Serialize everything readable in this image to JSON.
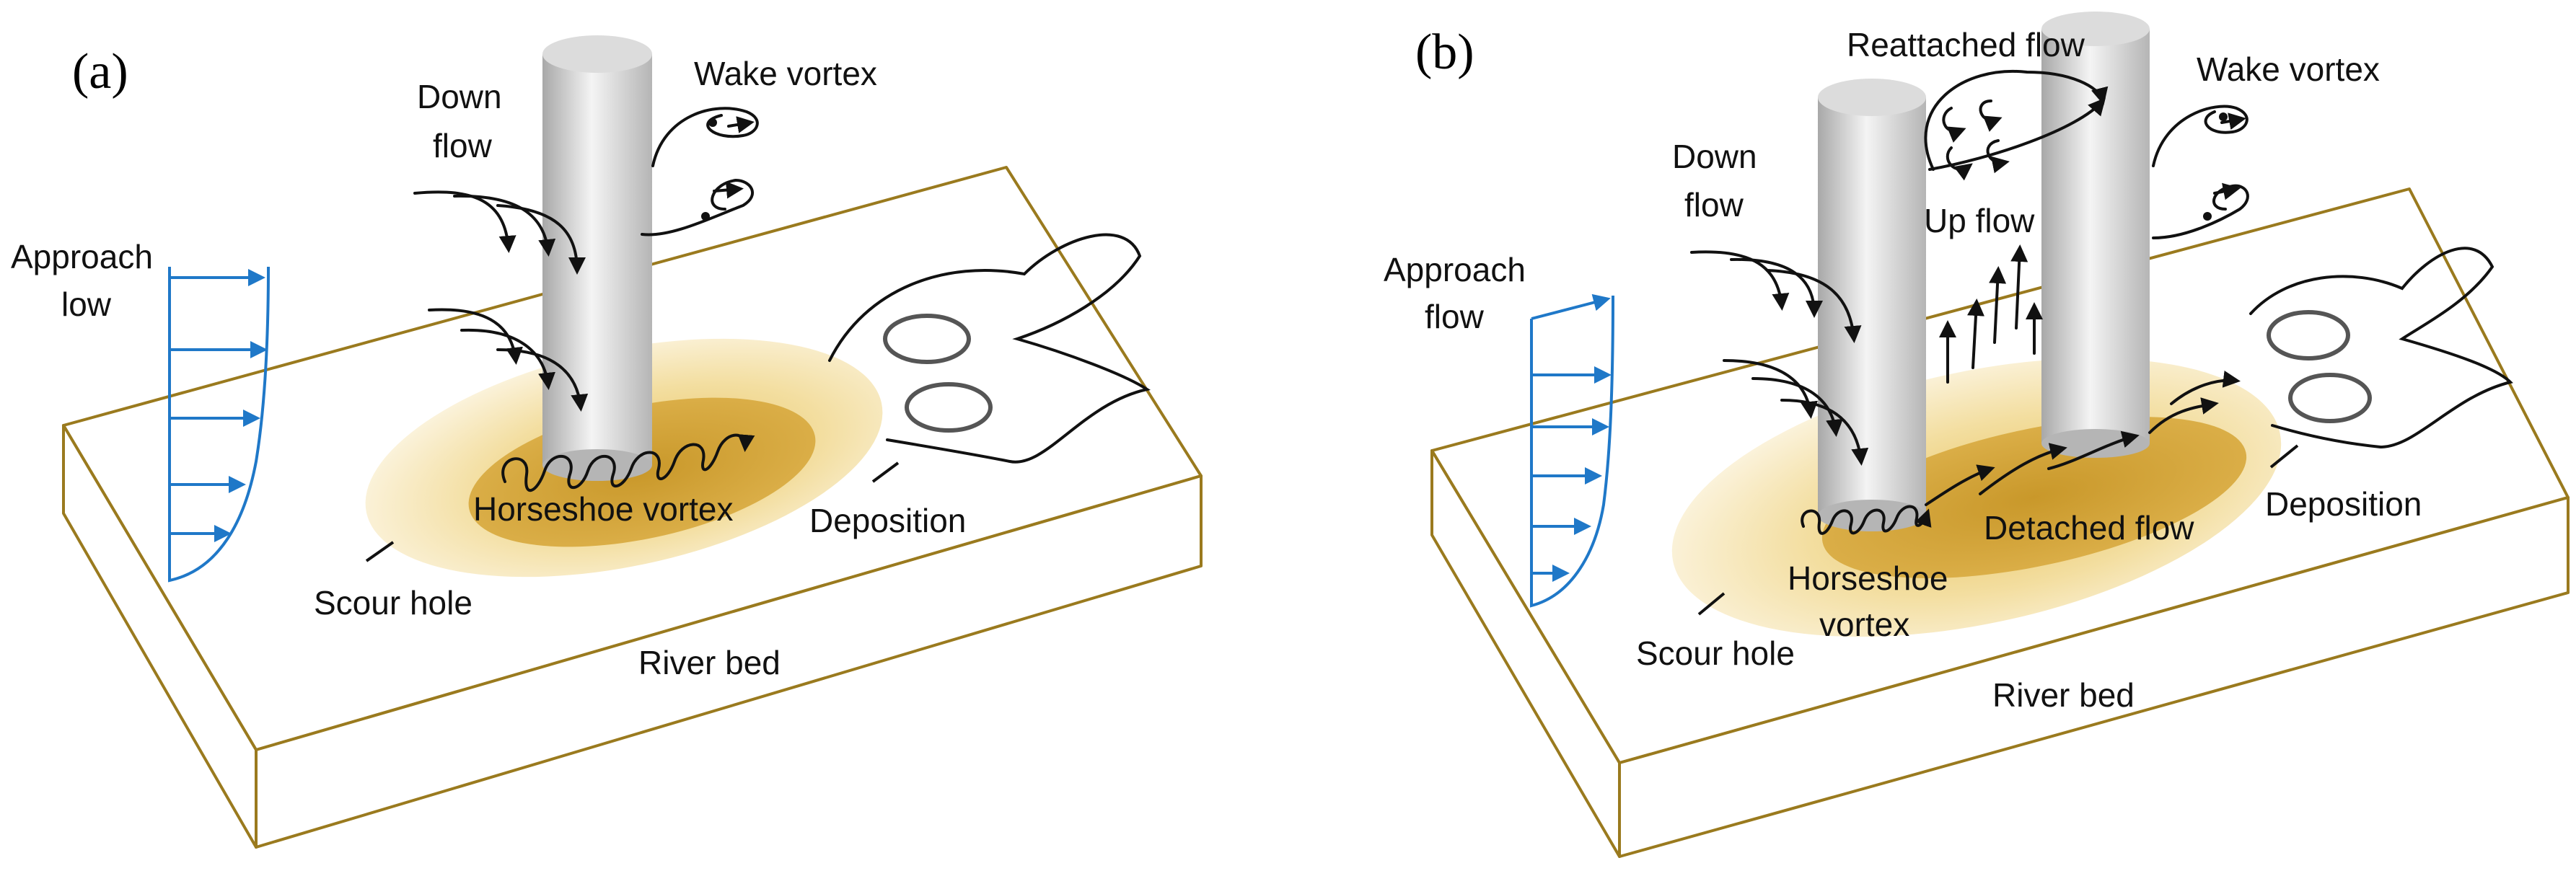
{
  "panels": [
    {
      "tag": "(a)",
      "labels": {
        "down_flow_1": "Down",
        "down_flow_2": "flow",
        "wake_vortex": "Wake vortex",
        "approach_1": "Approach",
        "approach_2": "low",
        "horseshoe": "Horseshoe vortex",
        "deposition": "Deposition",
        "scour_hole": "Scour hole",
        "river_bed": "River bed"
      }
    },
    {
      "tag": "(b)",
      "labels": {
        "reattached": "Reattached flow",
        "wake_vortex": "Wake vortex",
        "down_flow_1": "Down",
        "down_flow_2": "flow",
        "up_flow": "Up flow",
        "approach_1": "Approach",
        "approach_2": "flow",
        "deposition": "Deposition",
        "detached": "Detached flow",
        "horseshoe_1": "Horseshoe",
        "horseshoe_2": "vortex",
        "scour_hole": "Scour hole",
        "river_bed": "River bed"
      }
    }
  ],
  "colors": {
    "bed_edge": "#9a7a1e",
    "scour_light": "#fbf1d6",
    "scour_dark": "#d2a43a",
    "pier_dark": "#a9a9a9",
    "pier_light": "#f3f3f3",
    "approach_arrows": "#1f78c8"
  }
}
